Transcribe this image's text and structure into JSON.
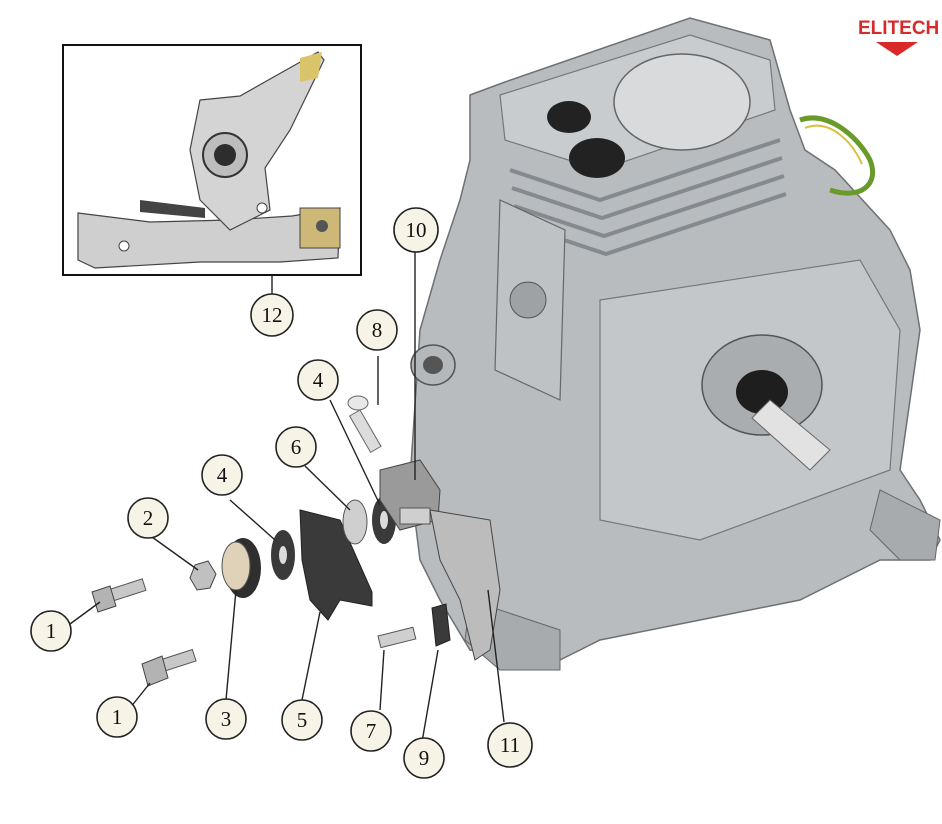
{
  "brand": {
    "name": "ELITECH",
    "color": "#d92a2a"
  },
  "callouts": [
    {
      "id": "c1a",
      "label": "1"
    },
    {
      "id": "c1b",
      "label": "1"
    },
    {
      "id": "c2",
      "label": "2"
    },
    {
      "id": "c3",
      "label": "3"
    },
    {
      "id": "c4a",
      "label": "4"
    },
    {
      "id": "c4b",
      "label": "4"
    },
    {
      "id": "c5",
      "label": "5"
    },
    {
      "id": "c6",
      "label": "6"
    },
    {
      "id": "c7",
      "label": "7"
    },
    {
      "id": "c8",
      "label": "8"
    },
    {
      "id": "c9",
      "label": "9"
    },
    {
      "id": "c10",
      "label": "10"
    },
    {
      "id": "c11",
      "label": "11"
    },
    {
      "id": "c12",
      "label": "12"
    }
  ],
  "colors": {
    "engine_body": "#b9bcbf",
    "engine_dark": "#7d8185",
    "hardware": "#c8c8c8",
    "wire_green": "#6a9a2a",
    "wire_yellow": "#d8c23a"
  }
}
